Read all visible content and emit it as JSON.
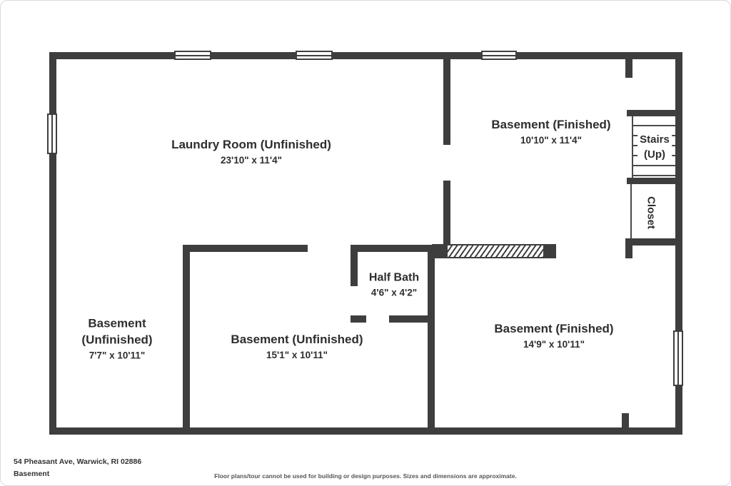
{
  "plan": {
    "laundry": {
      "line1": "Laundry Room (Unfinished)",
      "dims": "23'10\" x 11'4\""
    },
    "basement_finished_top": {
      "line1": "Basement (Finished)",
      "dims": "10'10\" x 11'4\""
    },
    "stairs": {
      "line1": "Stairs",
      "line2": "(Up)"
    },
    "closet": {
      "line1": "Closet"
    },
    "half_bath": {
      "line1": "Half Bath",
      "dims": "4'6\" x 4'2\""
    },
    "basement_unfinished_left": {
      "line1": "Basement",
      "line2": "(Unfinished)",
      "dims": "7'7\" x 10'11\""
    },
    "basement_unfinished_mid": {
      "line1": "Basement (Unfinished)",
      "dims": "15'1\" x 10'11\""
    },
    "basement_finished_right": {
      "line1": "Basement (Finished)",
      "dims": "14'9\" x 10'11\""
    }
  },
  "footer": {
    "address": "54 Pheasant Ave, Warwick, RI 02886",
    "floor_label": "Basement",
    "disclaimer": "Floor plans/tour cannot be used for building or design purposes. Sizes and dimensions are approximate."
  },
  "colors": {
    "wall": "#3e3e3e",
    "text": "#2e2e2e"
  }
}
